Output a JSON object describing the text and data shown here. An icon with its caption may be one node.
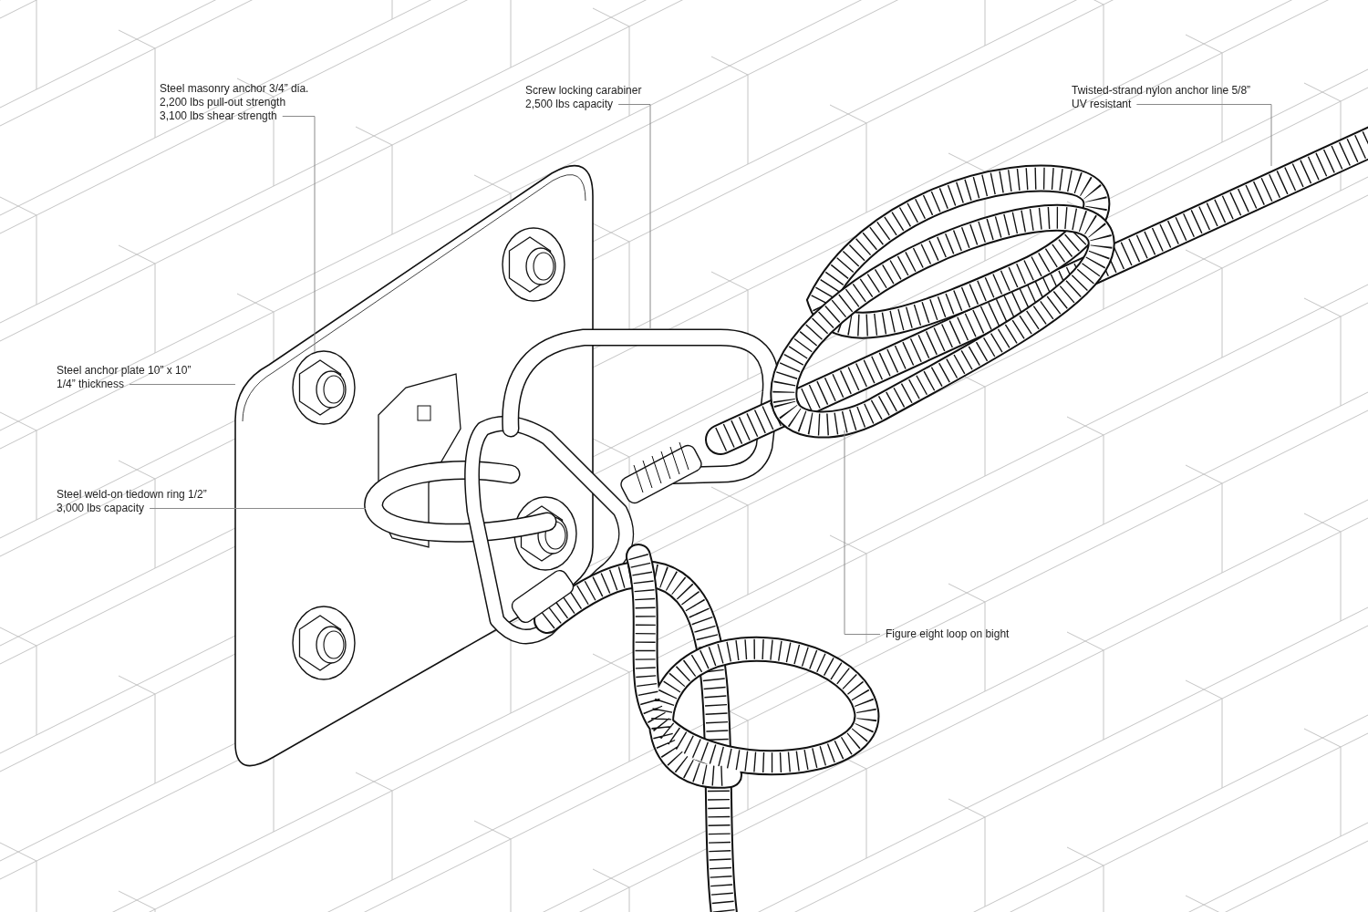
{
  "diagram": {
    "nodes": [
      {
        "text": [
          "Steel masonry anchor 3/4” dia.",
          "2,200 lbs pull-out strength",
          "3,100 lbs shear strength"
        ]
      },
      {
        "text": [
          "Screw locking carabiner",
          "2,500 lbs capacity"
        ]
      },
      {
        "text": [
          "Twisted-strand nylon anchor line 5/8”",
          "UV resistant"
        ]
      },
      {
        "text": [
          "Steel anchor plate 10” x 10”",
          "1/4” thickness"
        ]
      },
      {
        "text": [
          "Steel weld-on tiedown ring 1/2”",
          "3,000 lbs capacity"
        ]
      },
      {
        "text": [
          "Figure eight loop on bight"
        ]
      },
      {
        "text": [],
        "shape": "picture"
      },
      {
        "text": [],
        "shape": "picture",
        "in": 6
      },
      {
        "text": [],
        "shape": "picture",
        "in": 6
      },
      {
        "text": [],
        "shape": "picture"
      },
      {
        "text": [],
        "shape": "picture"
      },
      {
        "text": [],
        "shape": "picture",
        "in": 10
      }
    ],
    "edges": [
      {
        "from": 0,
        "to": 7,
        "arrow": "none"
      },
      {
        "from": 1,
        "to": 9,
        "arrow": "none"
      },
      {
        "from": 2,
        "to": 10,
        "arrow": "none"
      },
      {
        "from": 3,
        "to": 6,
        "arrow": "none"
      },
      {
        "from": 4,
        "to": 8,
        "arrow": "none"
      },
      {
        "from": 5,
        "to": 11,
        "arrow": "none"
      }
    ]
  }
}
